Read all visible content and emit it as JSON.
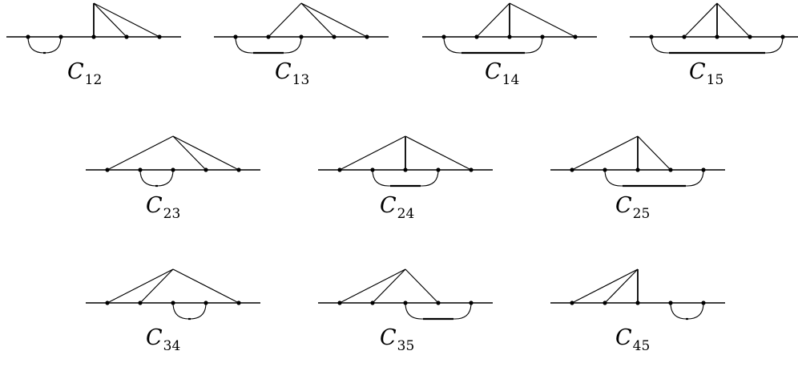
{
  "figure": {
    "diagrams": [
      {
        "id": "C12",
        "letter": "C",
        "subscript": "12",
        "i": 1,
        "j": 2
      },
      {
        "id": "C13",
        "letter": "C",
        "subscript": "13",
        "i": 1,
        "j": 3
      },
      {
        "id": "C14",
        "letter": "C",
        "subscript": "14",
        "i": 1,
        "j": 4
      },
      {
        "id": "C15",
        "letter": "C",
        "subscript": "15",
        "i": 1,
        "j": 5
      },
      {
        "id": "C23",
        "letter": "C",
        "subscript": "23",
        "i": 2,
        "j": 3
      },
      {
        "id": "C24",
        "letter": "C",
        "subscript": "24",
        "i": 2,
        "j": 4
      },
      {
        "id": "C25",
        "letter": "C",
        "subscript": "25",
        "i": 2,
        "j": 5
      },
      {
        "id": "C34",
        "letter": "C",
        "subscript": "34",
        "i": 3,
        "j": 4
      },
      {
        "id": "C35",
        "letter": "C",
        "subscript": "35",
        "i": 3,
        "j": 5
      },
      {
        "id": "C45",
        "letter": "C",
        "subscript": "45",
        "i": 4,
        "j": 5
      }
    ]
  }
}
